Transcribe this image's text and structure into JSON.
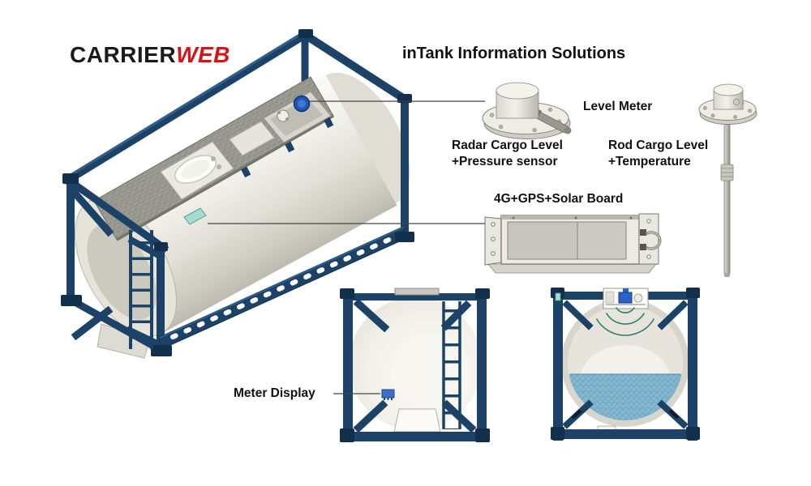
{
  "header": {
    "logo": {
      "part1": "CARRIER",
      "part2": "WEB"
    },
    "title": "inTank Information Solutions"
  },
  "callouts": {
    "level_meter": "Level Meter",
    "radar": {
      "line1": "Radar Cargo Level",
      "line2": "+Pressure sensor"
    },
    "rod": {
      "line1": "Rod Cargo Level",
      "line2": "+Temperature"
    },
    "solar_board": "4G+GPS+Solar Board",
    "meter_display": "Meter Display"
  },
  "cutaway": {
    "liquid_fill_percent": 45
  },
  "colors": {
    "frame_navy": "#1c4267",
    "logo_black": "#1b1b1b",
    "logo_red": "#d61414",
    "label_text": "#111111",
    "tank_cream": "#efeee6",
    "walkway_gray": "#97978f",
    "liquid_blue": "#7db1ca",
    "sensor_blue": "#2a63c8",
    "device_teal": "#a4dcd1",
    "leader_line": "#444444"
  }
}
